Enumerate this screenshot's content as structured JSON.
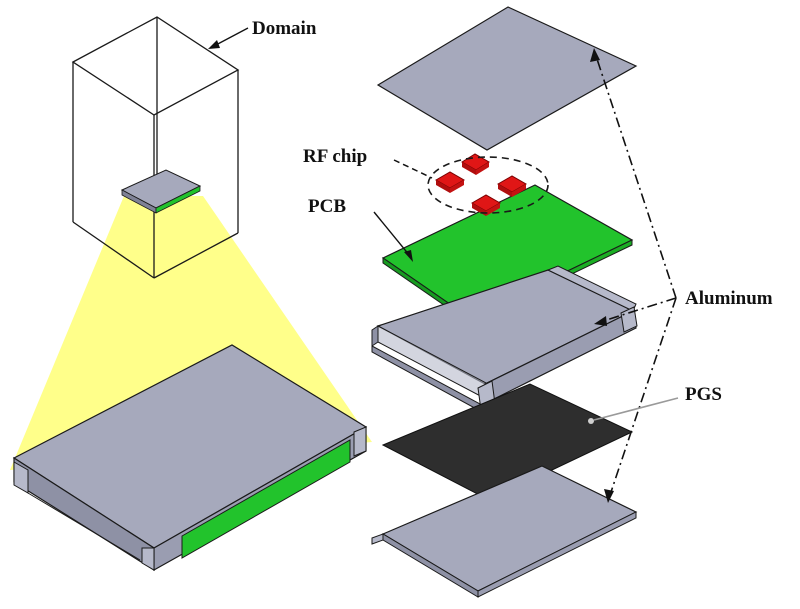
{
  "labels": {
    "domain": "Domain",
    "rf_chip": "RF chip",
    "pcb": "PCB",
    "aluminum": "Aluminum",
    "pgs": "PGS"
  },
  "colors": {
    "aluminum": "#A6A9BC",
    "aluminum_dark": "#7F8296",
    "pcb": "#22C32C",
    "rf_chip": "#E01616",
    "pgs": "#2E2E2E",
    "highlight": "#FFFF8A",
    "outline": "#1A1A1A"
  }
}
